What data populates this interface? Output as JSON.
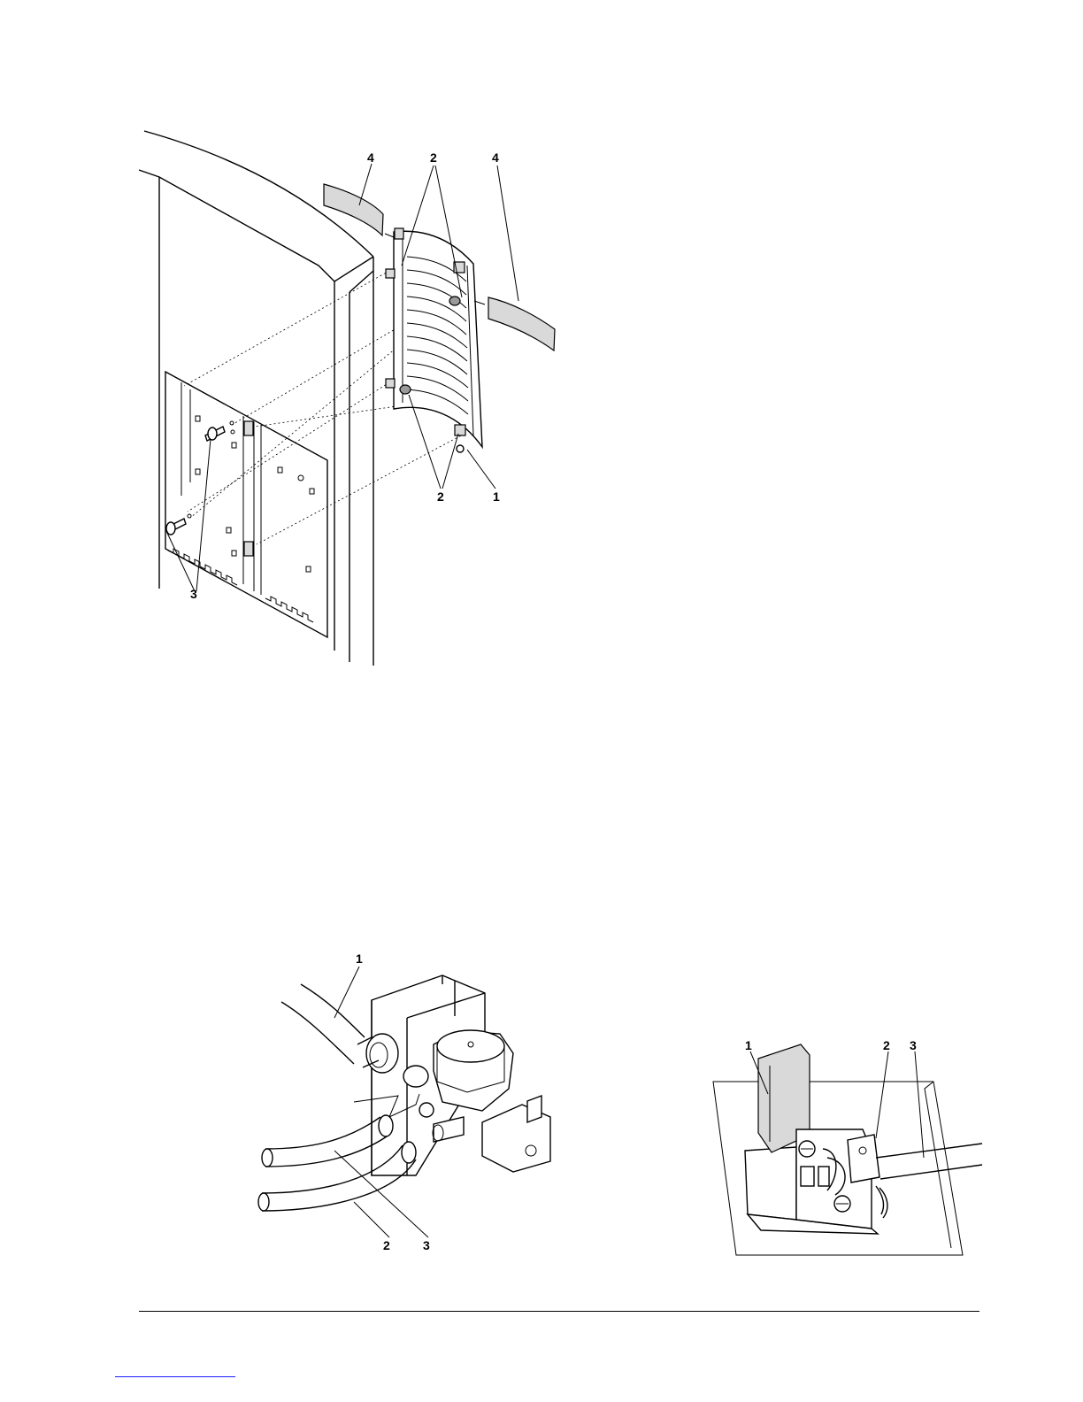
{
  "figure1": {
    "callouts": {
      "label_1": "1",
      "label_2_top": "2",
      "label_2_bottom": "2",
      "label_3": "3",
      "label_4_left": "4",
      "label_4_right": "4"
    }
  },
  "figure2": {
    "callouts": {
      "label_1": "1",
      "label_2": "2",
      "label_3": "3"
    }
  },
  "figure3": {
    "callouts": {
      "label_1": "1",
      "label_2": "2",
      "label_3": "3"
    }
  }
}
